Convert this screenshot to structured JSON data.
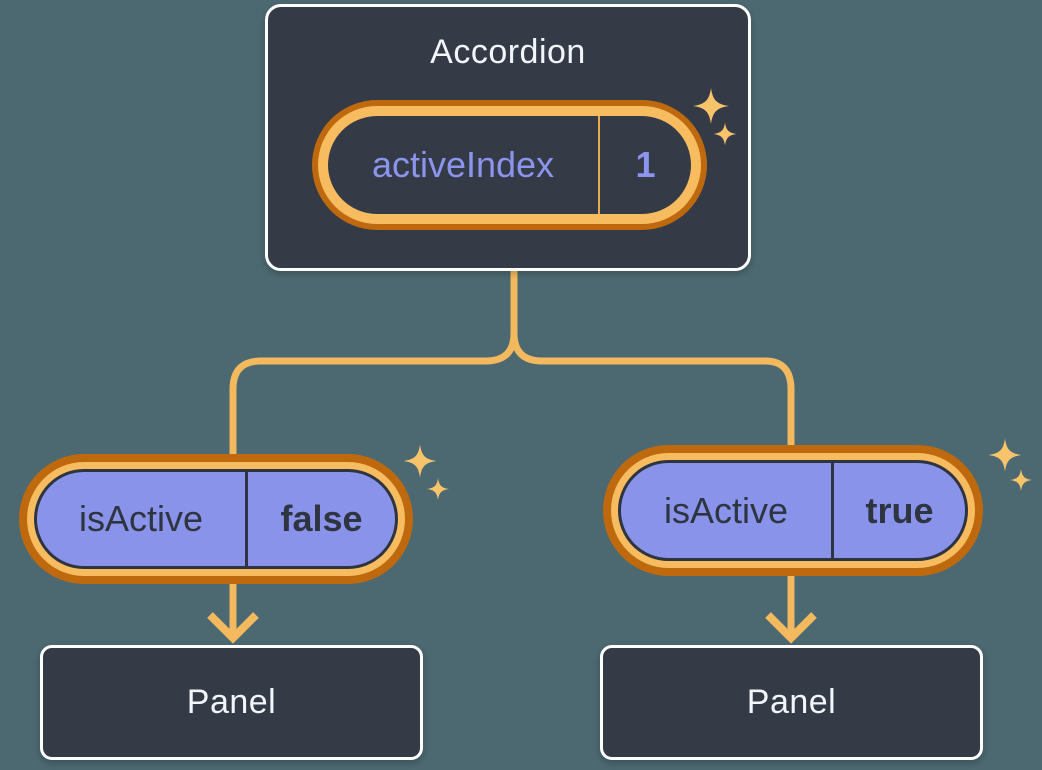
{
  "diagram": {
    "type": "react-component-tree",
    "colors": {
      "background": "#4C6870",
      "node_fill": "#343A46",
      "node_border": "#FFFFFF",
      "connector_line": "#F3B95F",
      "ring_gold": "#F7BC60",
      "ring_dark_orange": "#BF690F",
      "state_divider_gold": "#E9AC53",
      "prop_pill_fill": "#8A93EA",
      "prop_pill_border": "#2E3440",
      "purple_text": "#8C95ED",
      "dark_text": "#2E3440",
      "light_text": "#F2F5F9",
      "sparkle": "#F7C46C"
    },
    "icons": {
      "sparkle": "four-point-star"
    }
  },
  "root_node": {
    "title": "Accordion",
    "state_pill": {
      "name": "activeIndex",
      "value": "1"
    }
  },
  "children": [
    {
      "prop_pill": {
        "name": "isActive",
        "value": "false"
      },
      "panel_label": "Panel"
    },
    {
      "prop_pill": {
        "name": "isActive",
        "value": "true"
      },
      "panel_label": "Panel"
    }
  ]
}
